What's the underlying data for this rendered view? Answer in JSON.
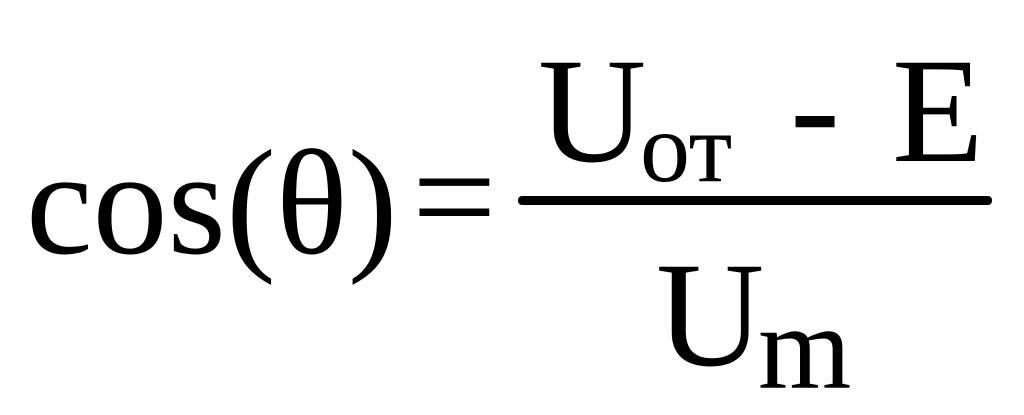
{
  "formula": {
    "lhs": "cos(θ)",
    "equals": "=",
    "numerator": {
      "symbol": "U",
      "subscript": "от",
      "operator": "-",
      "term": "E"
    },
    "denominator": {
      "symbol": "U",
      "subscript": "m"
    }
  }
}
